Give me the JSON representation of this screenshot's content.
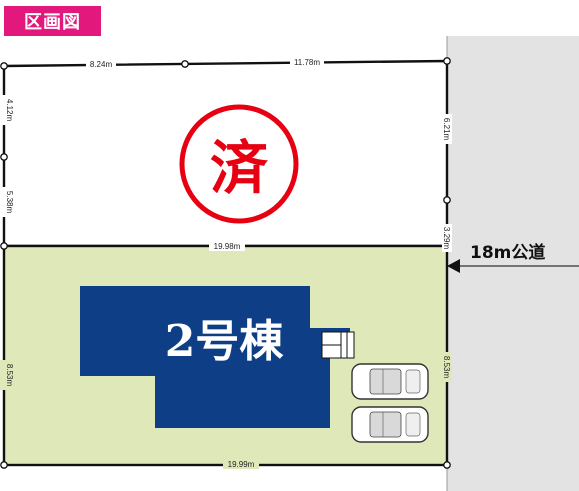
{
  "header": {
    "tag_label": "区画図"
  },
  "colors": {
    "tag_bg": "#e3187c",
    "lot_upper_fill": "#ffffff",
    "lot_lower_fill": "#dfe8b9",
    "building_fill": "#0e3f86",
    "road_fill": "#e3e3e3",
    "stamp_color": "#e60012"
  },
  "upper_lot": {
    "stamp_text": "済",
    "dims": {
      "top_left": "8.24m",
      "top_right": "11.78m",
      "left_upper": "4.12m",
      "left_lower": "5.38m",
      "right_upper": "6.21m",
      "right_lower": "3.29m",
      "bottom": "19.98m"
    }
  },
  "lower_lot": {
    "building_label": "2号棟",
    "dims": {
      "left": "8.53m",
      "right": "8.53m",
      "bottom": "19.99m"
    },
    "parking": {
      "car_count": 2
    }
  },
  "road": {
    "label": "18m公道"
  }
}
